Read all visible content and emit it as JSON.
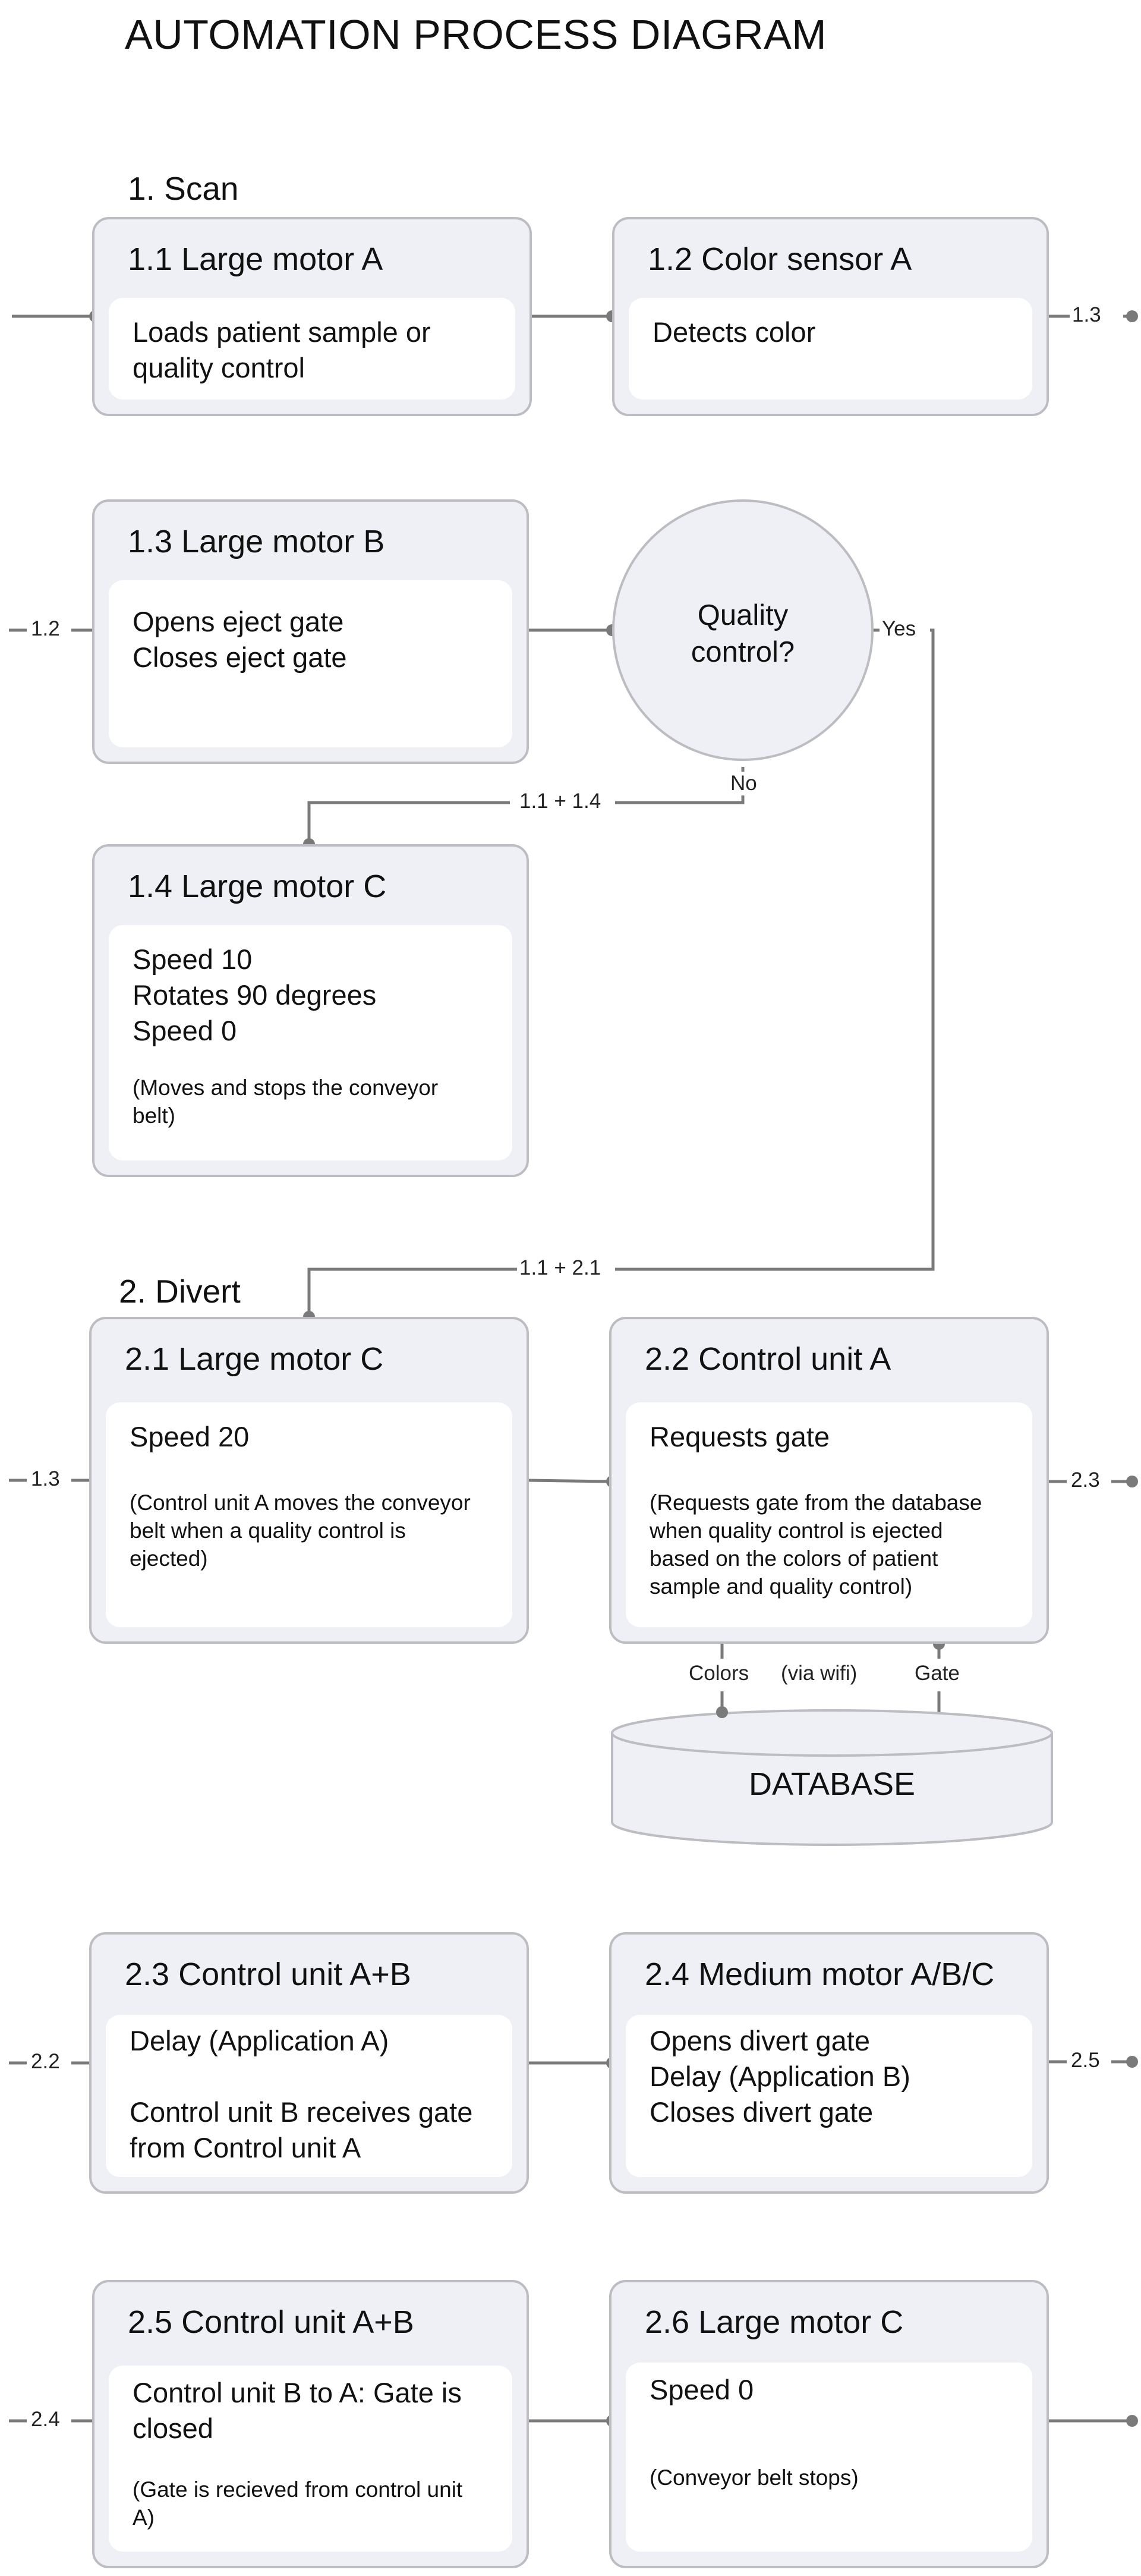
{
  "title": "AUTOMATION PROCESS DIAGRAM",
  "sections": {
    "scan": "1. Scan",
    "divert": "2. Divert"
  },
  "nodes": {
    "n11": {
      "title": "1.1 Large motor A",
      "text": "Loads patient sample or\nquality control"
    },
    "n12": {
      "title": "1.2 Color sensor A",
      "text": "Detects color"
    },
    "n13": {
      "title": "1.3 Large motor B",
      "text": "Opens eject gate\nCloses eject gate"
    },
    "n14": {
      "title": "1.4 Large motor C",
      "text": "Speed 10\nRotates 90 degrees\nSpeed 0",
      "note": "(Moves and stops the conveyor\nbelt)"
    },
    "n21": {
      "title": "2.1 Large motor C",
      "text": "Speed 20",
      "note": "(Control unit A moves the conveyor\nbelt when a quality control is\nejected)"
    },
    "n22": {
      "title": "2.2 Control unit A",
      "text": "Requests gate",
      "note": "(Requests gate from the database\nwhen quality control is ejected\nbased on the colors of patient\nsample and quality control)"
    },
    "n23": {
      "title": "2.3 Control unit A+B",
      "text": "Delay (Application A)\n\nControl unit B receives gate\nfrom Control unit A"
    },
    "n24": {
      "title": "2.4 Medium motor A/B/C",
      "text": "Opens divert gate\nDelay (Application B)\nCloses divert gate"
    },
    "n25": {
      "title": "2.5 Control unit A+B",
      "text": "Control unit B to A: Gate is\nclosed",
      "note": "(Gate is recieved from control unit\nA)"
    },
    "n26": {
      "title": "2.6 Large motor C",
      "text": "Speed 0",
      "note": "(Conveyor belt stops)"
    }
  },
  "decision": {
    "label": "Quality\ncontrol?",
    "yes": "Yes",
    "no": "No"
  },
  "connectors": {
    "to_13": "1.3",
    "from_12": "1.2",
    "no_branch": "1.1 + 1.4",
    "yes_branch": "1.1 + 2.1",
    "from_13": "1.3",
    "to_23": "2.3",
    "from_22": "2.2",
    "to_25": "2.5",
    "from_24": "2.4"
  },
  "database": {
    "label": "DATABASE",
    "colors": "Colors",
    "wifi": "(via wifi)",
    "gate": "Gate"
  },
  "colors": {
    "box_fill": "#eff0f5",
    "box_border": "#bcbcc2",
    "line": "#7a7a7a"
  }
}
